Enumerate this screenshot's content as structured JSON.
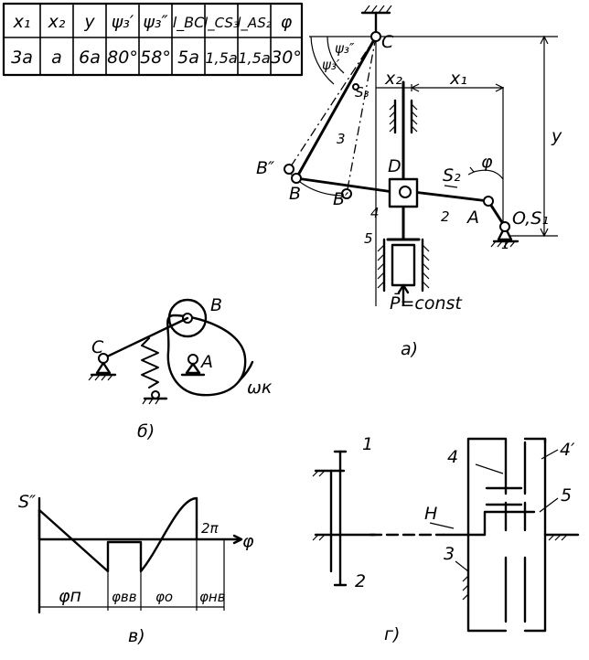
{
  "table": {
    "headers": [
      "x₁",
      "x₂",
      "y",
      "ψ₃′",
      "ψ₃″",
      "l_BC",
      "l_CS₃",
      "l_AS₂",
      "φ"
    ],
    "values": [
      "3a",
      "a",
      "6a",
      "80°",
      "58°",
      "5a",
      "1,5a",
      "1,5a",
      "30°"
    ]
  },
  "fig_a": {
    "caption": "а)",
    "labels": {
      "C": "C",
      "B": "B",
      "B1": "B′",
      "B2": "B″",
      "D": "D",
      "S2": "S₂",
      "A": "A",
      "O": "O,S₁",
      "S3": "S₃",
      "x1": "x₁",
      "x2": "x₂",
      "y": "y",
      "phi": "φ",
      "psi1": "ψ₃′",
      "psi2": "ψ₃″",
      "force": "P̄=const"
    },
    "numbers": [
      "1",
      "2",
      "3",
      "4",
      "5"
    ]
  },
  "fig_b": {
    "caption": "б)",
    "labels": {
      "C": "C",
      "B": "B",
      "A": "A",
      "omega": "ωк"
    }
  },
  "fig_v": {
    "caption": "в)",
    "labels": {
      "s": "S″",
      "phi": "φ",
      "two_pi": "2π"
    },
    "phases": [
      "φп",
      "φвв",
      "φо",
      "φнв"
    ]
  },
  "fig_g": {
    "caption": "г)",
    "labels": {
      "n1": "1",
      "n2": "2",
      "n3": "3",
      "n4": "4",
      "n4p": "4′",
      "n5": "5",
      "H": "H"
    }
  }
}
